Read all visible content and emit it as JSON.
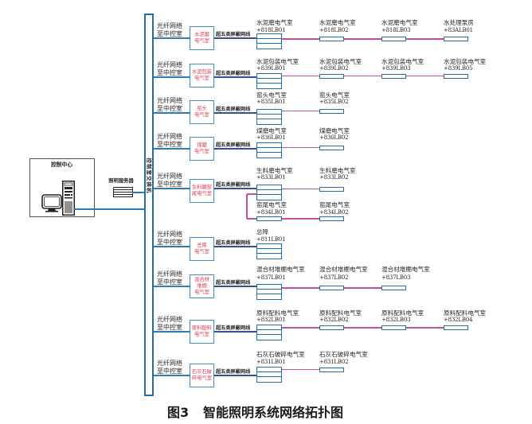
{
  "figure": {
    "caption_number": "图3",
    "caption_title": "智能照明系统网络拓扑图"
  },
  "control_center": {
    "label": "控制中心"
  },
  "lighting_server": {
    "label": "照明服务器"
  },
  "core_switch": {
    "label": "控制室交换机"
  },
  "uplink_label": {
    "line1": "光纤网络",
    "line2": "至中控室"
  },
  "cable_label": "超五类屏蔽网线",
  "colors": {
    "link_blue": "#2a7bbb",
    "cable_navy": "#3a4f9b",
    "daisy_chain_magenta": "#c04f9e",
    "room_label_red": "#e23a55",
    "frame_blue": "#1f6fae"
  },
  "branches": [
    {
      "room_box": [
        "水泥磨",
        "电气室"
      ],
      "panels": [
        {
          "name": "水泥磨电气室",
          "code": "+818LB01"
        },
        {
          "name": "水泥磨电气室",
          "code": "+818LB02"
        },
        {
          "name": "水泥磨电气室",
          "code": "+818LB03"
        },
        {
          "name": "水处理泵房",
          "code": "+83ALB01"
        }
      ]
    },
    {
      "room_box": [
        "水泥包装",
        "电气室"
      ],
      "panels": [
        {
          "name": "水泥包装电气室",
          "code": "+839LB01"
        },
        {
          "name": "水泥包装电气室",
          "code": "+839LB02"
        },
        {
          "name": "水泥包装电气室",
          "code": "+839LB03"
        },
        {
          "name": "水泥包装电气室",
          "code": "+839LB05"
        }
      ]
    },
    {
      "room_box": [
        "窑头",
        "电气室"
      ],
      "panels": [
        {
          "name": "窑头电气室",
          "code": "+835LB01"
        },
        {
          "name": "窑头电气室",
          "code": "+835LB02"
        }
      ]
    },
    {
      "room_box": [
        "煤磨",
        "电气室"
      ],
      "panels": [
        {
          "name": "煤磨电气室",
          "code": "+836LB01"
        },
        {
          "name": "煤磨电气室",
          "code": "+836LB02"
        }
      ]
    },
    {
      "room_box": [
        "生料磨窑",
        "尾电气室"
      ],
      "panels": [
        {
          "name": "生料磨电气室",
          "code": "+833LB01"
        },
        {
          "name": "生料磨电气室",
          "code": "+833LB02"
        }
      ],
      "sub_chain": [
        {
          "name": "窑尾电气室",
          "code": "+834LB01"
        },
        {
          "name": "窑尾电气室",
          "code": "+834LB02"
        }
      ]
    },
    {
      "room_box": [
        "总降",
        "电气室"
      ],
      "panels": [
        {
          "name": "总降",
          "code": "+811LB01"
        }
      ]
    },
    {
      "room_box": [
        "混合材",
        "堆棚",
        "电气室"
      ],
      "panels": [
        {
          "name": "混合材堆棚电气室",
          "code": "+837LB01"
        },
        {
          "name": "混合材堆棚电气室",
          "code": "+837LB02"
        },
        {
          "name": "混合材堆棚电气室",
          "code": "+837LB03"
        }
      ]
    },
    {
      "room_box": [
        "原料配料",
        "电气室"
      ],
      "panels": [
        {
          "name": "原料配料电气室",
          "code": "+832LB01"
        },
        {
          "name": "原料配料电气室",
          "code": "+832LB02"
        },
        {
          "name": "原料配料电气室",
          "code": "+832LB03"
        },
        {
          "name": "原料配料电气室",
          "code": "+832LB04"
        }
      ]
    },
    {
      "room_box": [
        "石灰石破",
        "碎电气室"
      ],
      "panels": [
        {
          "name": "石灰石破碎电气室",
          "code": "+831LB01"
        },
        {
          "name": "石灰石破碎电气室",
          "code": "+831LB02"
        }
      ]
    }
  ]
}
